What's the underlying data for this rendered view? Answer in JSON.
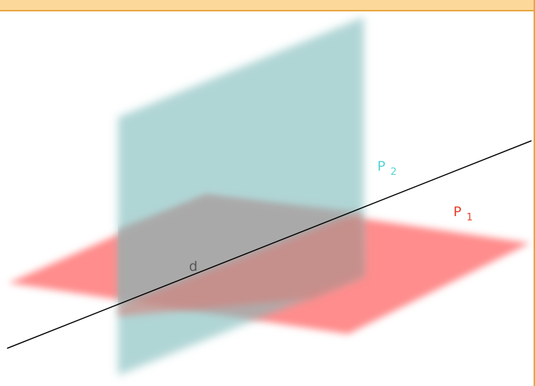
{
  "labels": {
    "line_d": "d",
    "plane_p2_main": "P",
    "plane_p2_sub": "2",
    "plane_p1_main": "P",
    "plane_p1_sub": "1"
  },
  "colors": {
    "plane_p1": "#ff6f6f",
    "plane_p2": "#7fbcbc",
    "overlap": "#a9a9a9",
    "line": "#000000",
    "label_p1": "#e8402a",
    "label_p2": "#56d2d2",
    "label_d": "#555555",
    "frame_accent": "#e9a53a",
    "frame_fill": "#fcd89a"
  }
}
